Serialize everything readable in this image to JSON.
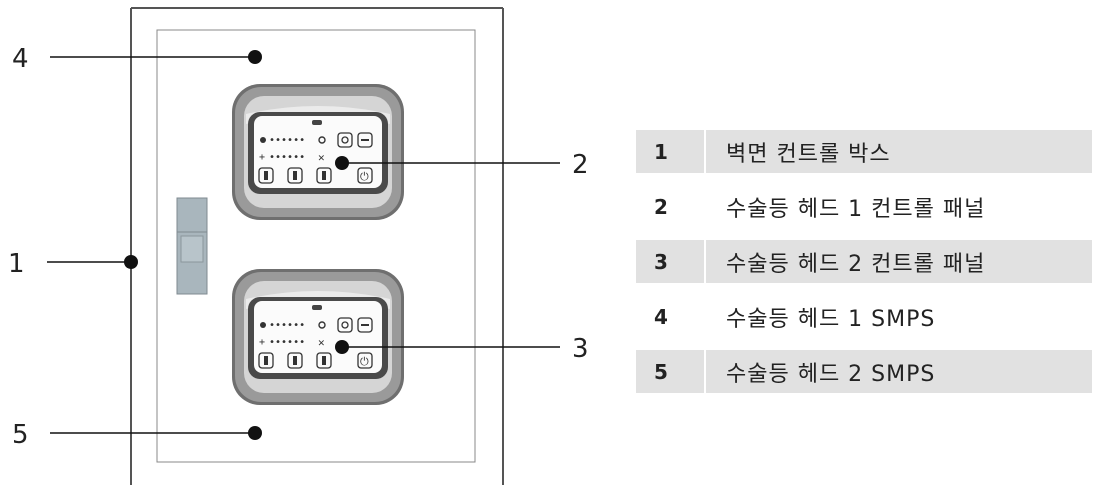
{
  "callouts": {
    "c1": "1",
    "c2": "2",
    "c3": "3",
    "c4": "4",
    "c5": "5"
  },
  "legend": [
    {
      "num": "1",
      "label": "벽면 컨트롤 박스"
    },
    {
      "num": "2",
      "label": "수술등 헤드 1 컨트롤 패널"
    },
    {
      "num": "3",
      "label": "수술등 헤드 2 컨트롤 패널"
    },
    {
      "num": "4",
      "label": "수술등 헤드 1 SMPS"
    },
    {
      "num": "5",
      "label": "수술등 헤드 2 SMPS"
    }
  ],
  "colors": {
    "table_shade": "#e1e1e1",
    "panel_dark": "#4a4a4a",
    "connector": "#a9b6bd"
  },
  "icons": [
    "sun-icon",
    "dots-icon",
    "crossed-box-icon",
    "power-icon",
    "bulb-icon",
    "square-icon",
    "plus-icon"
  ]
}
